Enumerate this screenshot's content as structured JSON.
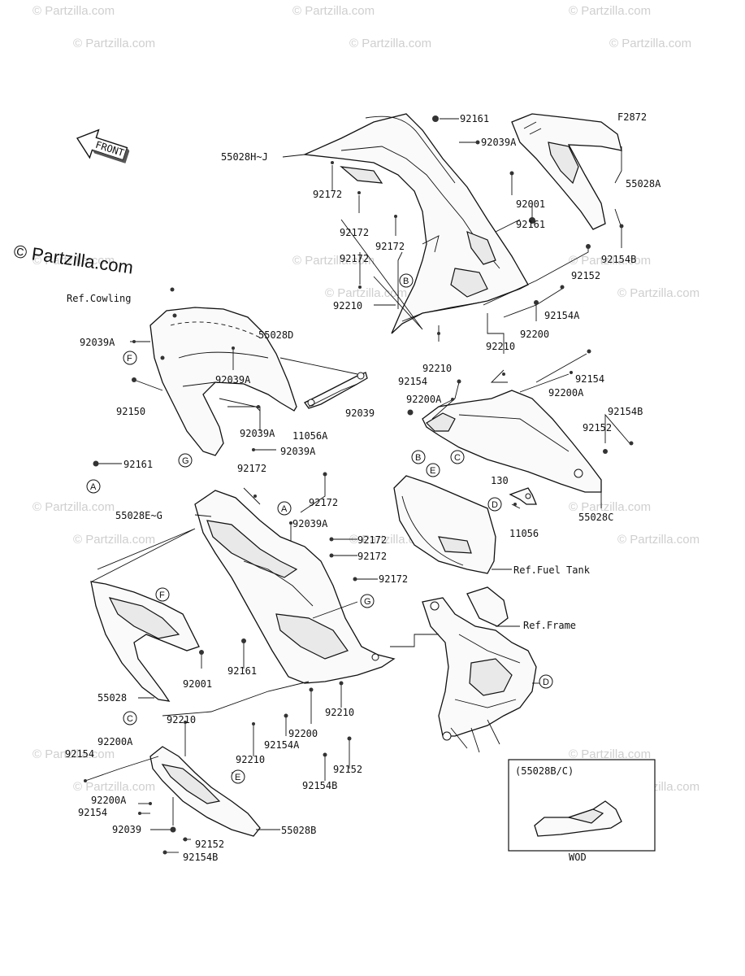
{
  "watermark": "© Partzilla.com",
  "diagram_code": "F2872",
  "front_arrow_label": "FRONT",
  "part_labels": {
    "p55028HJ": "55028H~J",
    "p92161_top": "92161",
    "p92039A_top": "92039A",
    "p92172_a": "92172",
    "p92172_b": "92172",
    "p92172_c": "92172",
    "p92172_d": "92172",
    "p92001_top": "92001",
    "p92161_mid": "92161",
    "p55028A": "55028A",
    "p92154B_top": "92154B",
    "p92152_top": "92152",
    "p92154A_top": "92154A",
    "p92200_top": "92200",
    "p92210_a": "92210",
    "p92210_b": "92210",
    "p92210_c": "92210",
    "p92154_mid_l": "92154",
    "p92154_mid_r": "92154",
    "p92200A_mid_l": "92200A",
    "p92200A_mid_r": "92200A",
    "p92039_mid": "92039",
    "p92154B_mid": "92154B",
    "p92152_mid": "92152",
    "p130": "130",
    "p11056": "11056",
    "p55028C": "55028C",
    "ref_cowling": "Ref.Cowling",
    "p92039A_l1": "92039A",
    "p55028D": "55028D",
    "p92039A_l2": "92039A",
    "p92150": "92150",
    "p92039A_l3": "92039A",
    "p11056A": "11056A",
    "p92039A_l4": "92039A",
    "p92161_left": "92161",
    "p92172_e": "92172",
    "p55028EG": "55028E~G",
    "p92172_f": "92172",
    "p92039A_l5": "92039A",
    "p92172_g": "92172",
    "p92172_h": "92172",
    "p92172_i": "92172",
    "ref_fuel_tank": "Ref.Fuel Tank",
    "ref_frame": "Ref.Frame",
    "p92001_low": "92001",
    "p92161_low": "92161",
    "p55028": "55028",
    "p92210_d": "92210",
    "p92210_e": "92210",
    "p92210_f": "92210",
    "p92200_low": "92200",
    "p92154A_low": "92154A",
    "p92152_low": "92152",
    "p92154B_low": "92154B",
    "p92200A_low1": "92200A",
    "p92154_low1": "92154",
    "p92200A_low2": "92200A",
    "p92154_low2": "92154",
    "p92039_low": "92039",
    "p92152_low2": "92152",
    "p55028B": "55028B",
    "p92154B_low2": "92154B"
  },
  "callouts": {
    "A": "A",
    "B": "B",
    "C": "C",
    "D": "D",
    "E": "E",
    "F": "F",
    "G": "G"
  },
  "inset": {
    "header": "(55028B/C)",
    "footer": "WOD"
  }
}
